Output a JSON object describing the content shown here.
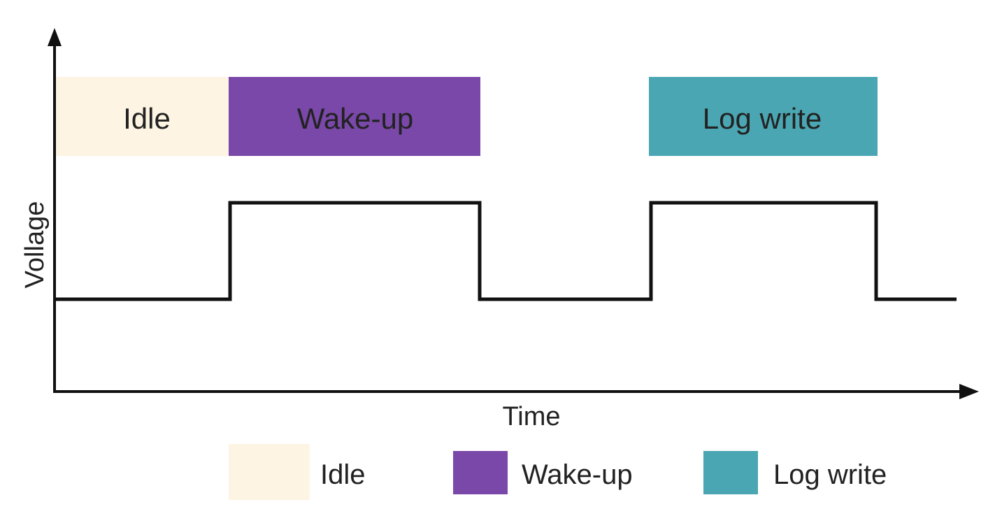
{
  "diagram": {
    "y_axis_label": "Vollage",
    "x_axis_label": "Time",
    "phases": [
      {
        "label": "Idle",
        "color": "#fdf4e3",
        "text_color": "#222222"
      },
      {
        "label": "Wake-up",
        "color": "#7a48a8",
        "text_color": "#ffffff"
      },
      {
        "label": "Log write",
        "color": "#4aa6b2",
        "text_color": "#ffffff"
      }
    ],
    "legend": [
      {
        "label": "Idle",
        "color": "#fdf4e3"
      },
      {
        "label": "Wake-up",
        "color": "#7a48a8"
      },
      {
        "label": "Log write",
        "color": "#4aa6b2"
      }
    ],
    "signal_levels": [
      "low",
      "high",
      "low",
      "high",
      "low"
    ]
  }
}
